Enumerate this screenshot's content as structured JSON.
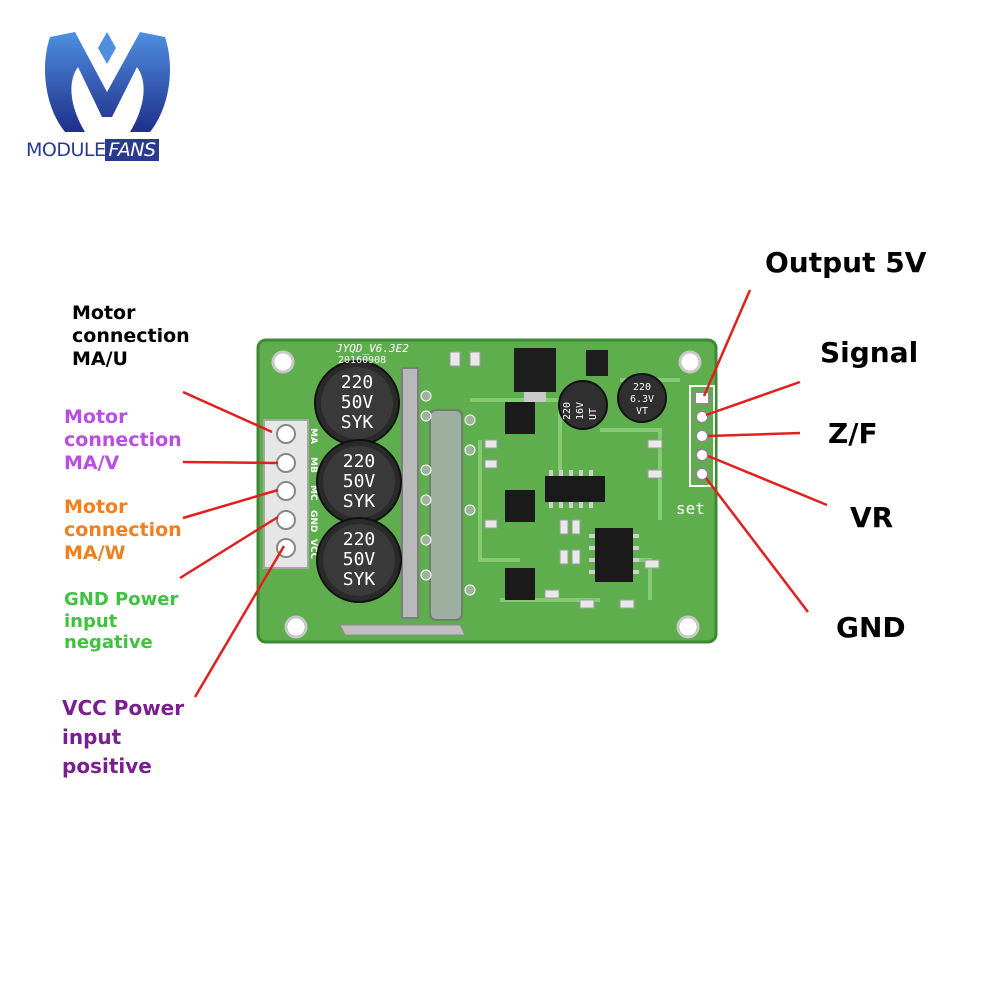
{
  "logo": {
    "brand_part1": "MODULE",
    "brand_part2": "FANS",
    "colors": {
      "blue": "#2a3b8f",
      "light_blue": "#4f8fe0"
    }
  },
  "board": {
    "model_text": "JYQD_V6.3E2",
    "date_text": "20160908",
    "set_label": "set",
    "colors": {
      "pcb": "#5fae4e",
      "pcb_dark": "#3e8a34",
      "trace": "#8fd07e"
    },
    "big_caps": [
      {
        "value": "220",
        "voltage": "50V",
        "brand": "SYK"
      },
      {
        "value": "220",
        "voltage": "50V",
        "brand": "SYK"
      },
      {
        "value": "220",
        "voltage": "50V",
        "brand": "SYK"
      }
    ],
    "small_caps": [
      {
        "value": "220",
        "voltage": "16V",
        "brand": "UT"
      },
      {
        "value": "220",
        "voltage": "6.3V",
        "brand": "VT"
      }
    ],
    "terminal_labels": [
      "MA",
      "MB",
      "MC",
      "GND",
      "VCC"
    ]
  },
  "left_labels": [
    {
      "lines": [
        "Motor",
        "connection",
        "MA/U"
      ],
      "color": "#000000"
    },
    {
      "lines": [
        "Motor",
        "connection",
        "MA/V"
      ],
      "color": "#b84fe0"
    },
    {
      "lines": [
        "Motor",
        "connection",
        "MA/W"
      ],
      "color": "#f07f1e"
    },
    {
      "lines": [
        "GND Power",
        "input",
        "negative"
      ],
      "color": "#3fc23f"
    },
    {
      "lines": [
        "VCC Power",
        "input",
        "positive"
      ],
      "color": "#7a1f8f"
    }
  ],
  "right_labels": [
    "Output 5V",
    "Signal",
    "Z/F",
    "VR",
    "GND"
  ],
  "pointer_color": "#e0201e"
}
